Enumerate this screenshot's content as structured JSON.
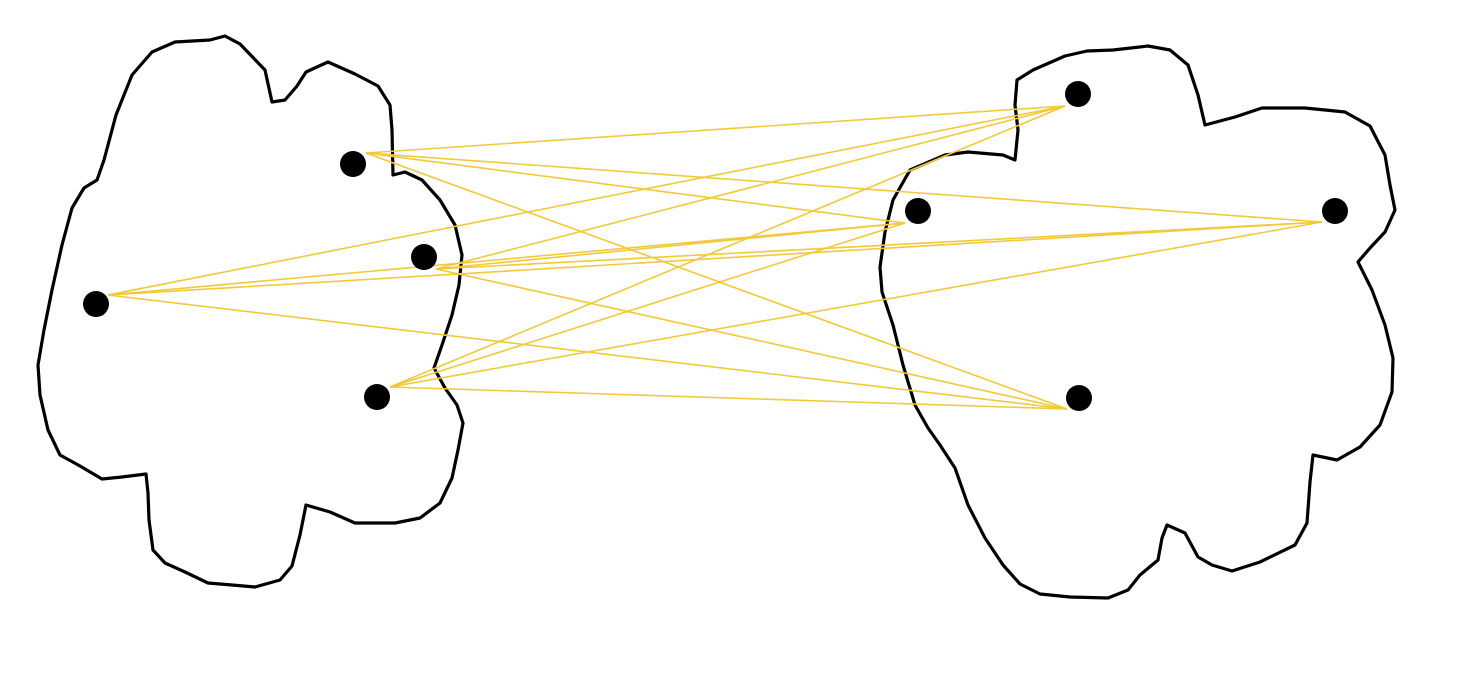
{
  "diagram": {
    "type": "complete-bipartite-graph",
    "groups": [
      {
        "id": "left",
        "node_count": 4
      },
      {
        "id": "right",
        "node_count": 4
      }
    ],
    "edges_between_groups": "all",
    "colors": {
      "edge": "#f2c93a",
      "node": "#000000",
      "outline": "#000000",
      "background": "#ffffff"
    }
  }
}
